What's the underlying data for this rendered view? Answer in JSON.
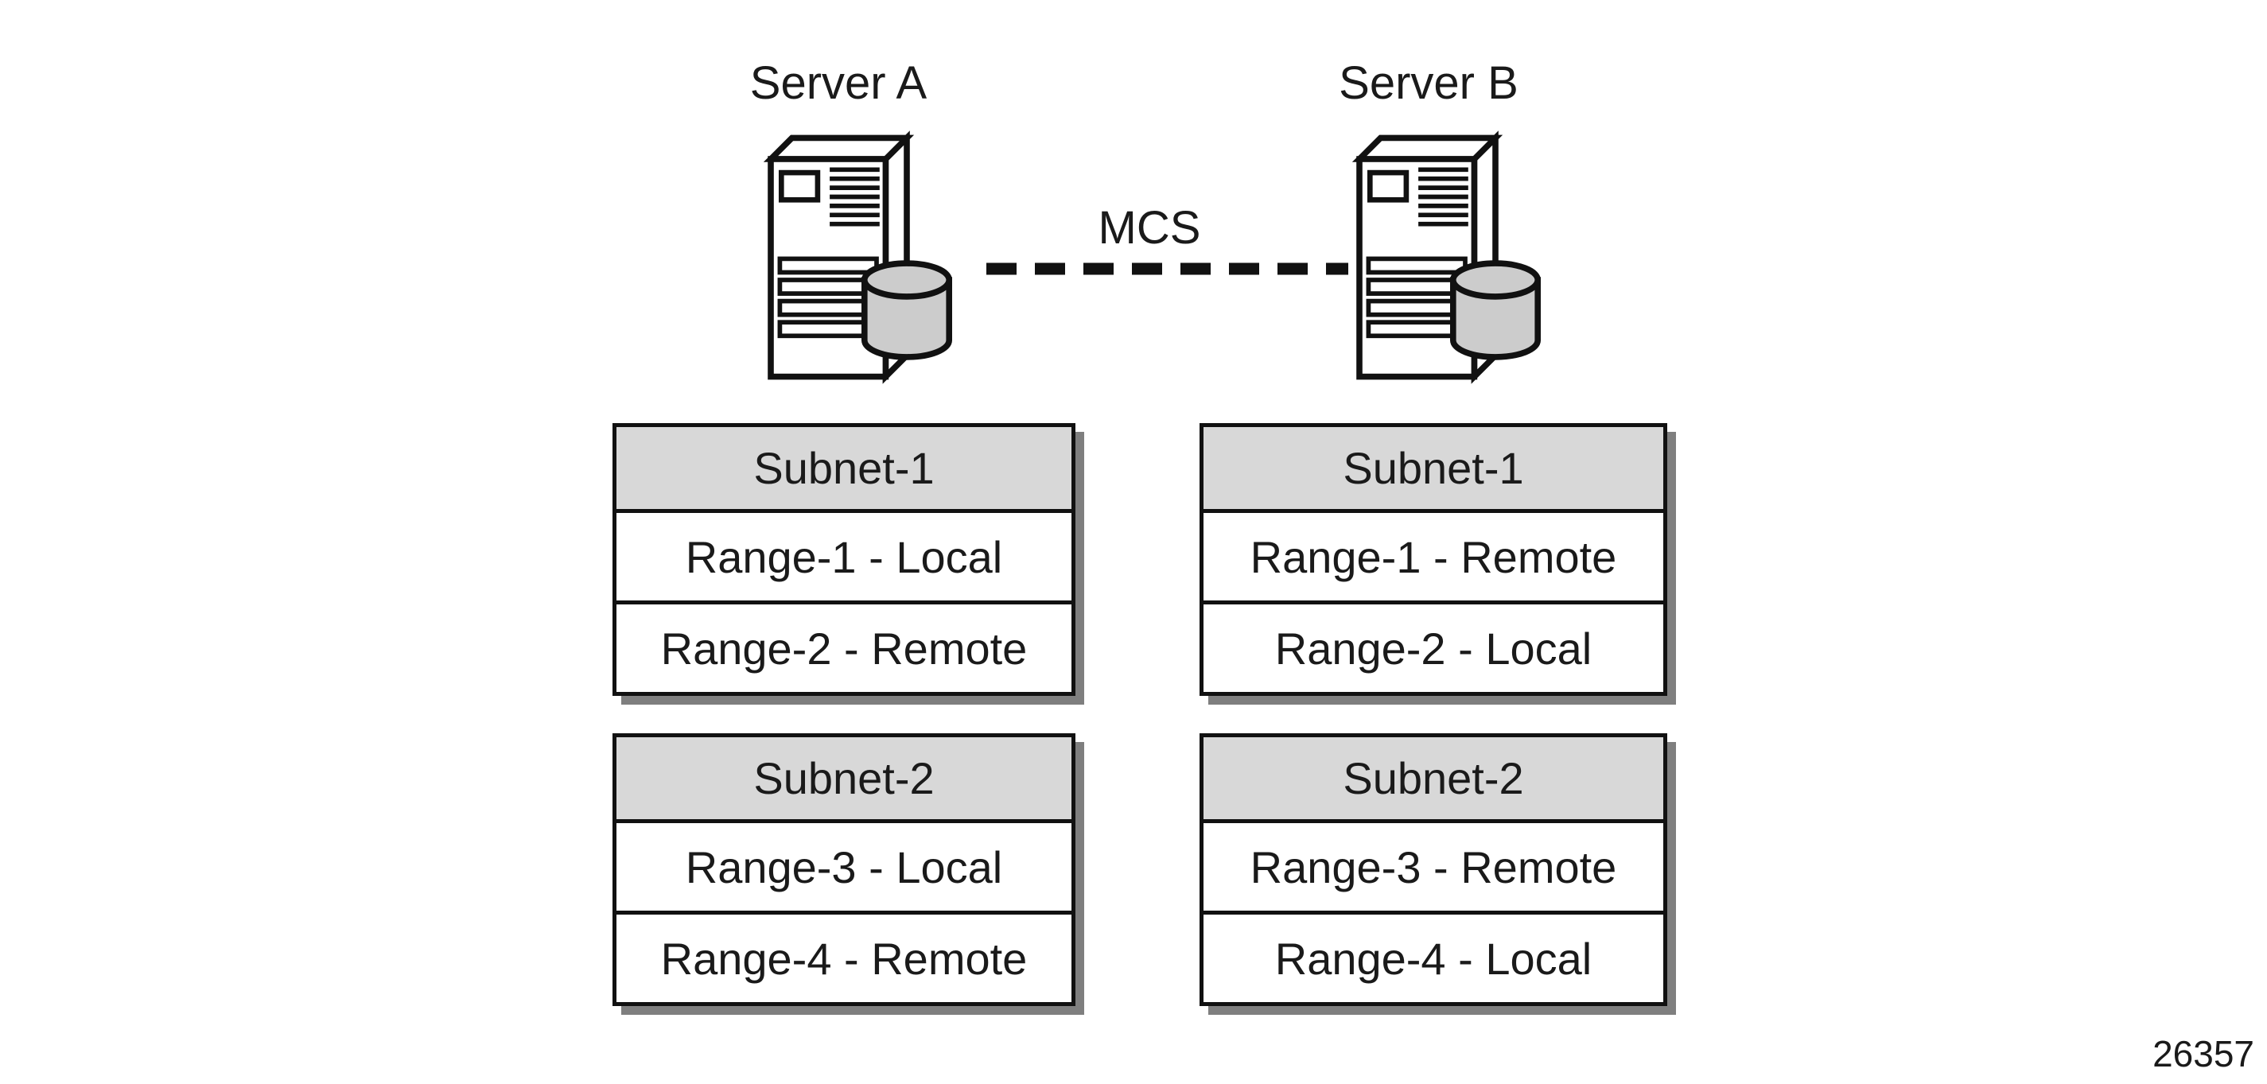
{
  "diagram": {
    "servers": [
      {
        "name": "Server A",
        "tables": [
          {
            "header": "Subnet-1",
            "rows": [
              "Range-1 - Local",
              "Range-2 - Remote"
            ]
          },
          {
            "header": "Subnet-2",
            "rows": [
              "Range-3 - Local",
              "Range-4 - Remote"
            ]
          }
        ]
      },
      {
        "name": "Server B",
        "tables": [
          {
            "header": "Subnet-1",
            "rows": [
              "Range-1 - Remote",
              "Range-2 - Local"
            ]
          },
          {
            "header": "Subnet-2",
            "rows": [
              "Range-3 - Remote",
              "Range-4 - Local"
            ]
          }
        ]
      }
    ],
    "link": {
      "label": "MCS"
    },
    "figure_number": "26357",
    "colors": {
      "table_header_fill": "#d8d8d8",
      "border": "#111111",
      "disk_fill": "#cccccc",
      "link_color": "#111111"
    },
    "icons": [
      "server-tower-with-disk-icon",
      "server-tower-with-disk-icon"
    ]
  }
}
